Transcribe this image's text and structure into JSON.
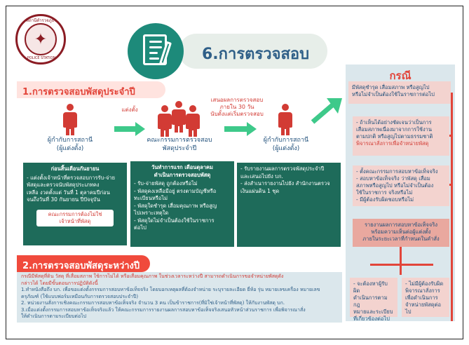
{
  "logo": {
    "top_text": "สถานีตำรวจภูธร",
    "bottom_text": "POLICE STATION"
  },
  "header": {
    "title": "6.การตรวจสอบ",
    "icon": "document-pencil-icon"
  },
  "section1": {
    "heading": "1.การตรวจสอบพัสดุประจำปี",
    "appoint_label": "แต่งตั้ง",
    "propose_label": [
      "เสนอผลการตรวจสอบ",
      "ภายใน 30 วัน",
      "นับตั้งแต่เริ่มตรวจสอบ"
    ],
    "actor1_caption": [
      "ผู้กำกับการสถานี",
      "(ผู้แต่งตั้ง)"
    ],
    "actor2_caption": [
      "คณะกรรมการตรวจสอบ",
      "พัสดุประจำปี"
    ],
    "actor3_caption": [
      "ผู้กำกับการสถานี",
      "(ผู้แต่งตั้ง)"
    ],
    "box1": {
      "heading": "ก่อนสิ้นเดือนกันยายน",
      "lines": [
        "- แต่งตั้งเจ้าหน้าที่ตรวจสอบการรับ-จ่าย",
        "พัสดุและตรวจนับพัสดุประเภทคง",
        "เหลือ งวดตั้งแต่ วันที่ 1 ตุลาคมปีก่อน",
        "จนถึงวันที่ 30 กันยายน ปีปัจจุบัน"
      ],
      "note": [
        "คณะกรรมการต้องไม่ใช่",
        "เจ้าหน้าที่พัสดุ"
      ]
    },
    "box2": {
      "heading": [
        "วันทำการแรก เดือนตุลาคม",
        "ดำเนินการตรวจสอบพัสดุ"
      ],
      "lines": [
        "- รับ-จ่ายพัสดุ ถูกต้องหรือไม่",
        "- พัสดุคงเหลือมีอยู่ ตรงตามบัญชีหรือ",
        "  ทะเบียนหรือไม่",
        "- พัสดุใดชำรุด เสื่อมคุณภาพ หรือสูญ",
        "  ไปเพราะเหตุใด",
        "- พัสดุใดไม่จำเป็นต้องใช้ในราชการ",
        "  ต่อไป"
      ]
    },
    "box3": {
      "lines": [
        "- รับรายงานผลการตรวจพัสดุประจำปี",
        "  และเสนอไปยัง บก.",
        "- ส่งสำเนารายงานไปยัง สำนักงานตรวจ",
        "  เงินแผ่นดิน 1 ชุด"
      ]
    }
  },
  "cases": {
    "title": "กรณี",
    "box1": [
      "มีพัสดุชำรุด เสื่อมสภาพ หรือสูญไป",
      "หรือไม่จำเป็นต้องใช้ในราชการต่อไป"
    ],
    "box2": {
      "lines": [
        "- ถ้าเห็นได้อย่างชัดเจนว่าเป็นการ",
        "เสื่อมสภาพเนื่องมาจากการใช้งาน",
        "ตามปกติ หรือสูญไปตามธรรมชาติ"
      ],
      "red": "พิจารณาสั่งการเพื่อจำหน่ายพัสดุ"
    },
    "box3": [
      "- ตั้งคณะกรรมการสอบหาข้อเท็จจริง",
      "- สอบหาข้อเท็จจริง ว่าพัสดุ เสื่อม",
      "สภาพหรือสูญไป หรือไม่จำเป็นต้อง",
      "ใช้ในราชการ จริงหรือไม่",
      "- มีผู้ต้องรับผิดชอบหรือไม่"
    ],
    "box4": [
      "รายงานผลการสอบหาข้อเท็จจริง",
      "พร้อมความเห็นต่อผู้แต่งตั้ง",
      "ภายในระยะเวลาที่กำหนดในคำสั่ง"
    ],
    "box5": [
      "- จะต้องหาผู้รับผิด",
      "ดำเนินการตามกฎ",
      "หมายและระเบียบ",
      "ที่เกี่ยวข้องต่อไป"
    ],
    "box6": [
      "- ไม่มีผู้ต้องรับผิด",
      "พิจารณาสั่งการ",
      "เพื่อดำเนินการ",
      "จำหน่ายพัสดุต่อไป"
    ]
  },
  "section2": {
    "heading": "2.การตรวจสอบพัสดุระหว่างปี",
    "lines": [
      "กรณีมีพัสดุที่ดิน วัสดุ ที่เสื่อมสภาพ ใช้การไม่ได้ หรือเสื่อมคุณภาพ ในช่วงเวลาระหว่างปี สามารถดำเนินการขอจำหน่ายพัสดุดัง",
      "กล่าวได้ โดยมีขั้นตอนการปฏิบัติดังนี้",
      "1.ทำหนังสือถึง บก. เพื่อขอแต่งตั้งกรรมการสอบหาข้อเท็จจริง โดยบอกเหตุผลที่ต้องจำหน่าย ระบุรายละเอียด ยี่ห้อ รุ่น หมายเลขเครื่อง หมายเลข",
      "ครุภัณฑ์ (ใช้แบบฟอร์มเหมือนกับการตรวจสอบประจำปี)",
      "2. หน่วยงานสั่งการเชิงคณะกรรมการสอบหาข้อเท็จจริง จำนวน 3 คน เป็นข้าราชการ(ที่มิใช่เจ้าหน้าที่พัสดุ) ให้กับงานพัสดุ บก.",
      "3.เมื่อแต่งตั้งกรรมการสอบหาข้อเท็จจริงแล้ว ให้คณะกรรมการรายงานผลการสอบหาข้อเท็จจริงเสนอหัวหน้าส่วนราชการ เพื่อพิจารณาสั่ง",
      "ให้ดำเนินการตามระเบียบต่อไป"
    ]
  },
  "colors": {
    "teal": "#1d8a7a",
    "dark_green": "#1e6b5a",
    "red": "#e2453a",
    "light_blue": "#dbe7ec",
    "pink": "#f3d3cf",
    "arrow_green": "#3ec98a"
  }
}
